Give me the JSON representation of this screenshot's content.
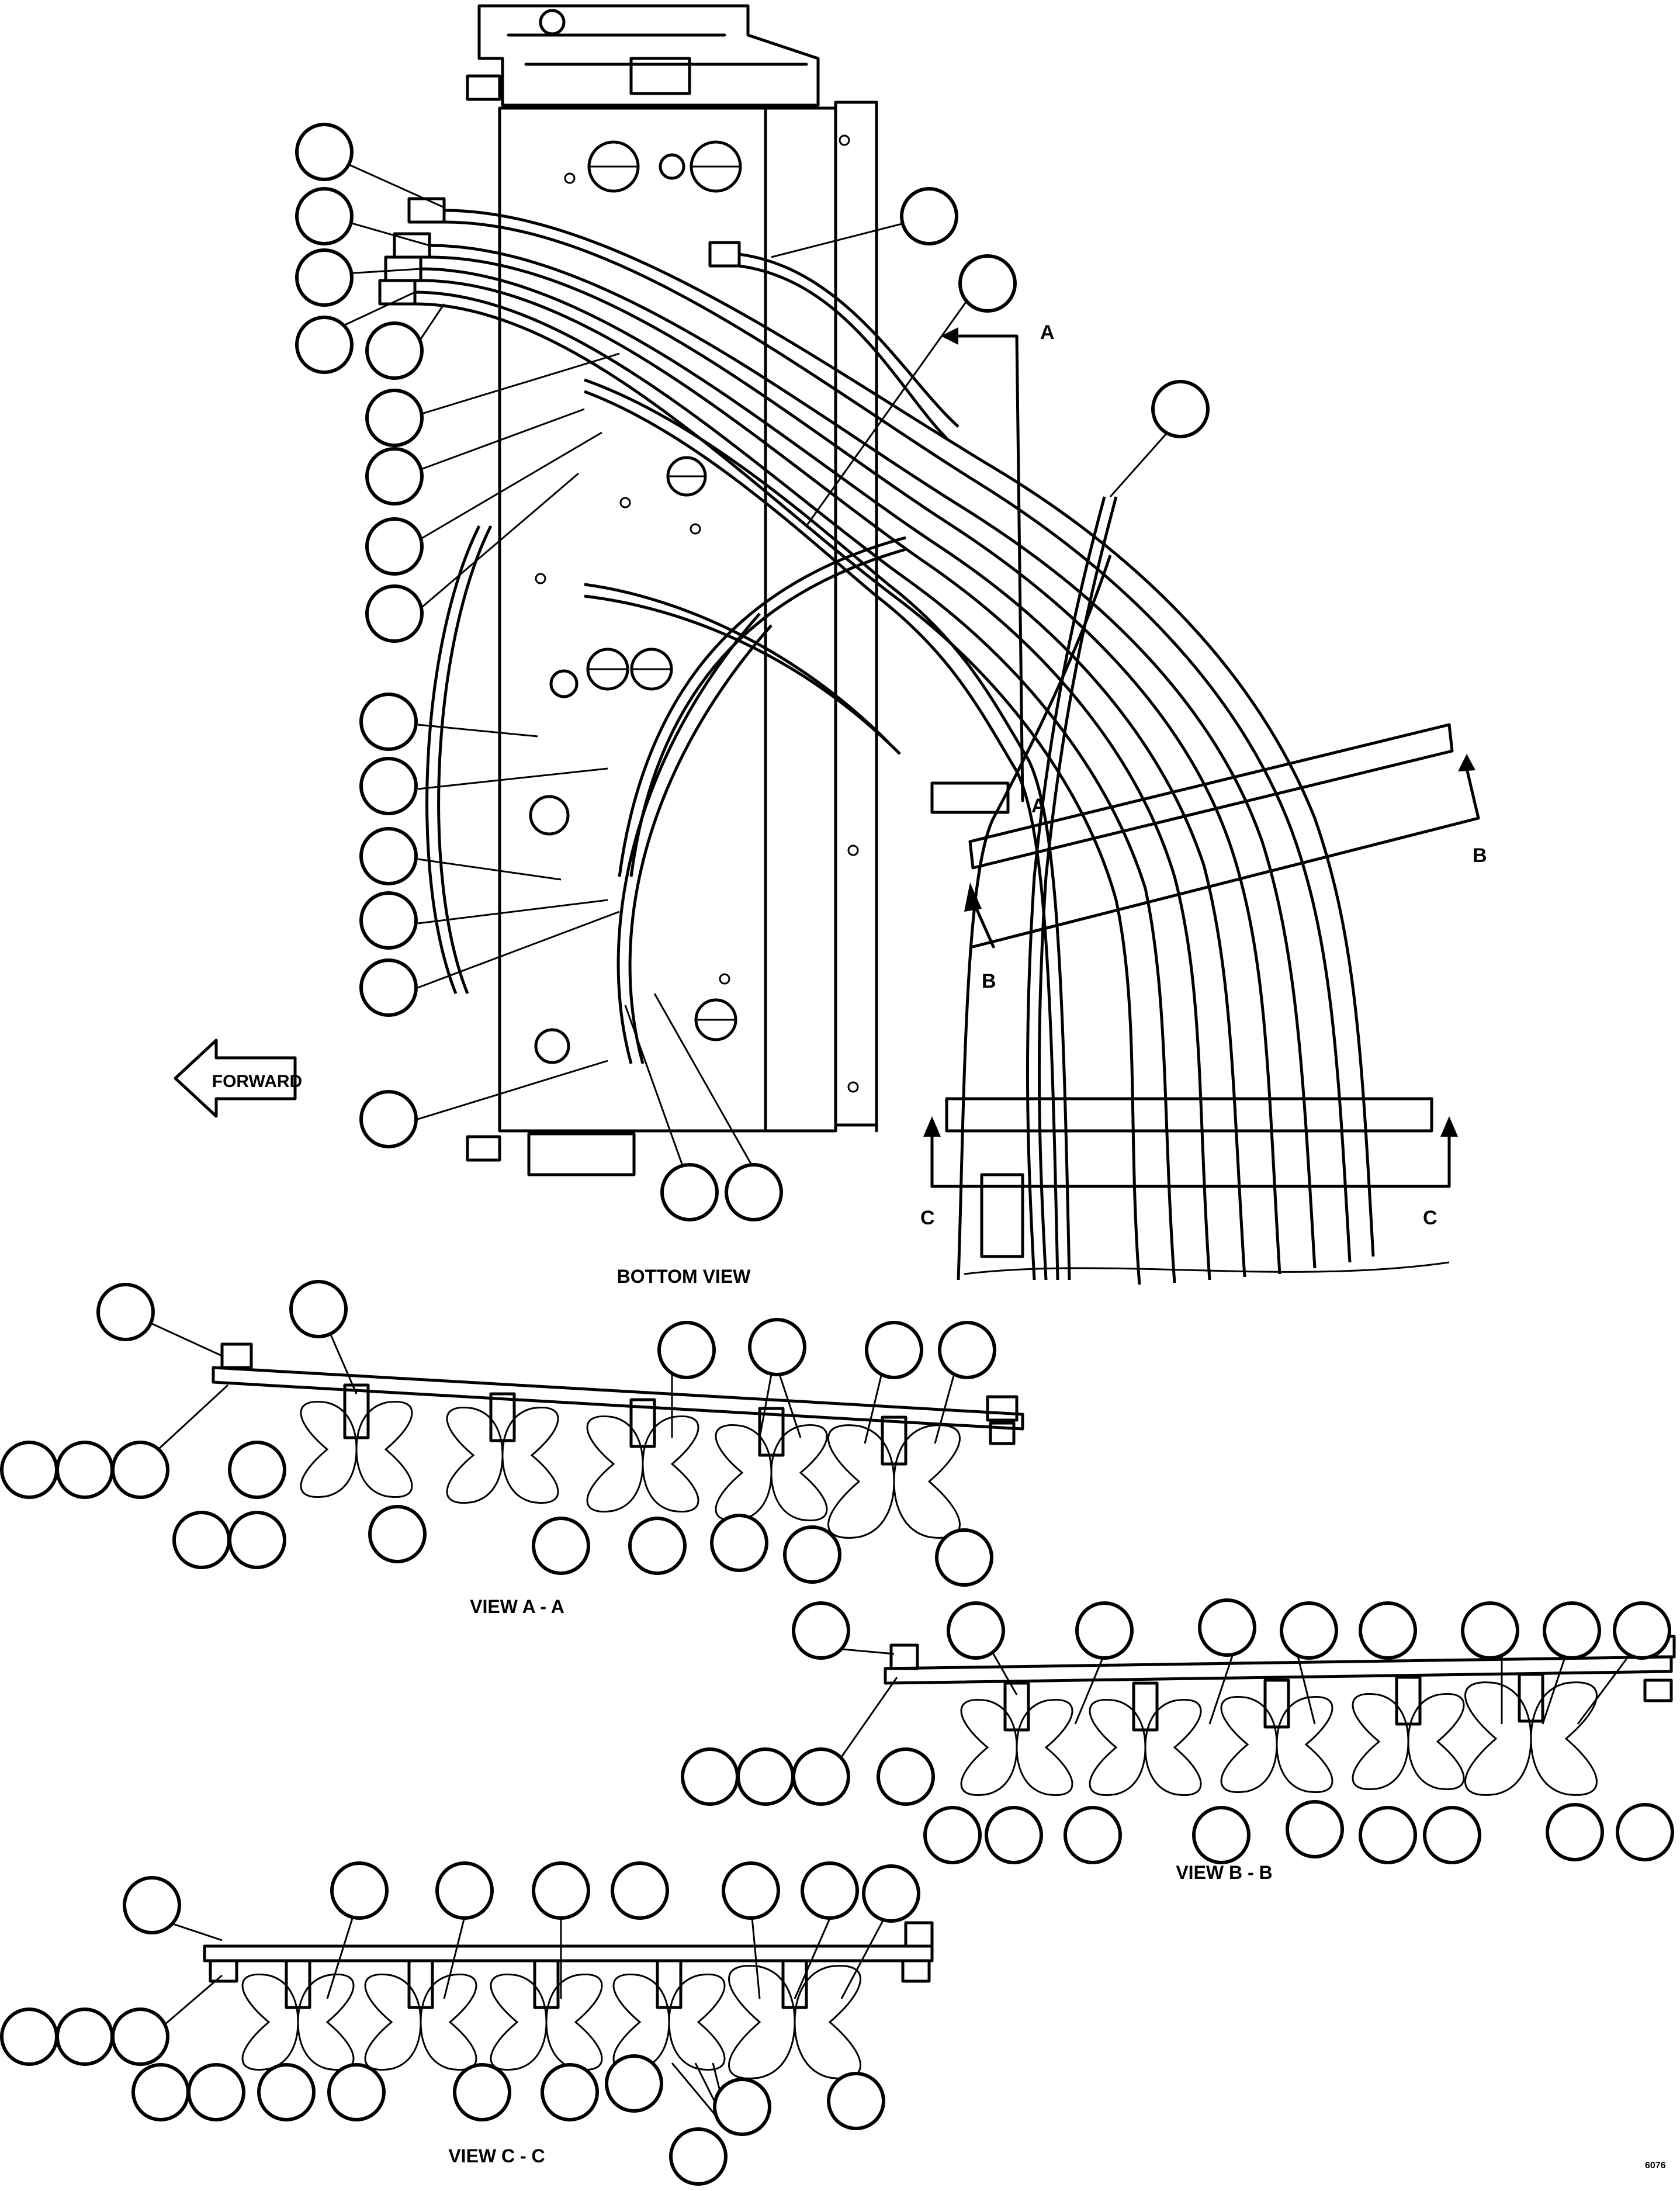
{
  "views": {
    "bottom_view": "BOTTOM VIEW",
    "view_aa": "VIEW A - A",
    "view_bb": "VIEW B - B",
    "view_cc": "VIEW C - C"
  },
  "direction_label": "FORWARD",
  "section_letters": {
    "a_top": "A",
    "a_bottom": "A",
    "b_right": "B",
    "b_left": "B",
    "c_left": "C",
    "c_right": "C"
  },
  "figure_code": "6076"
}
